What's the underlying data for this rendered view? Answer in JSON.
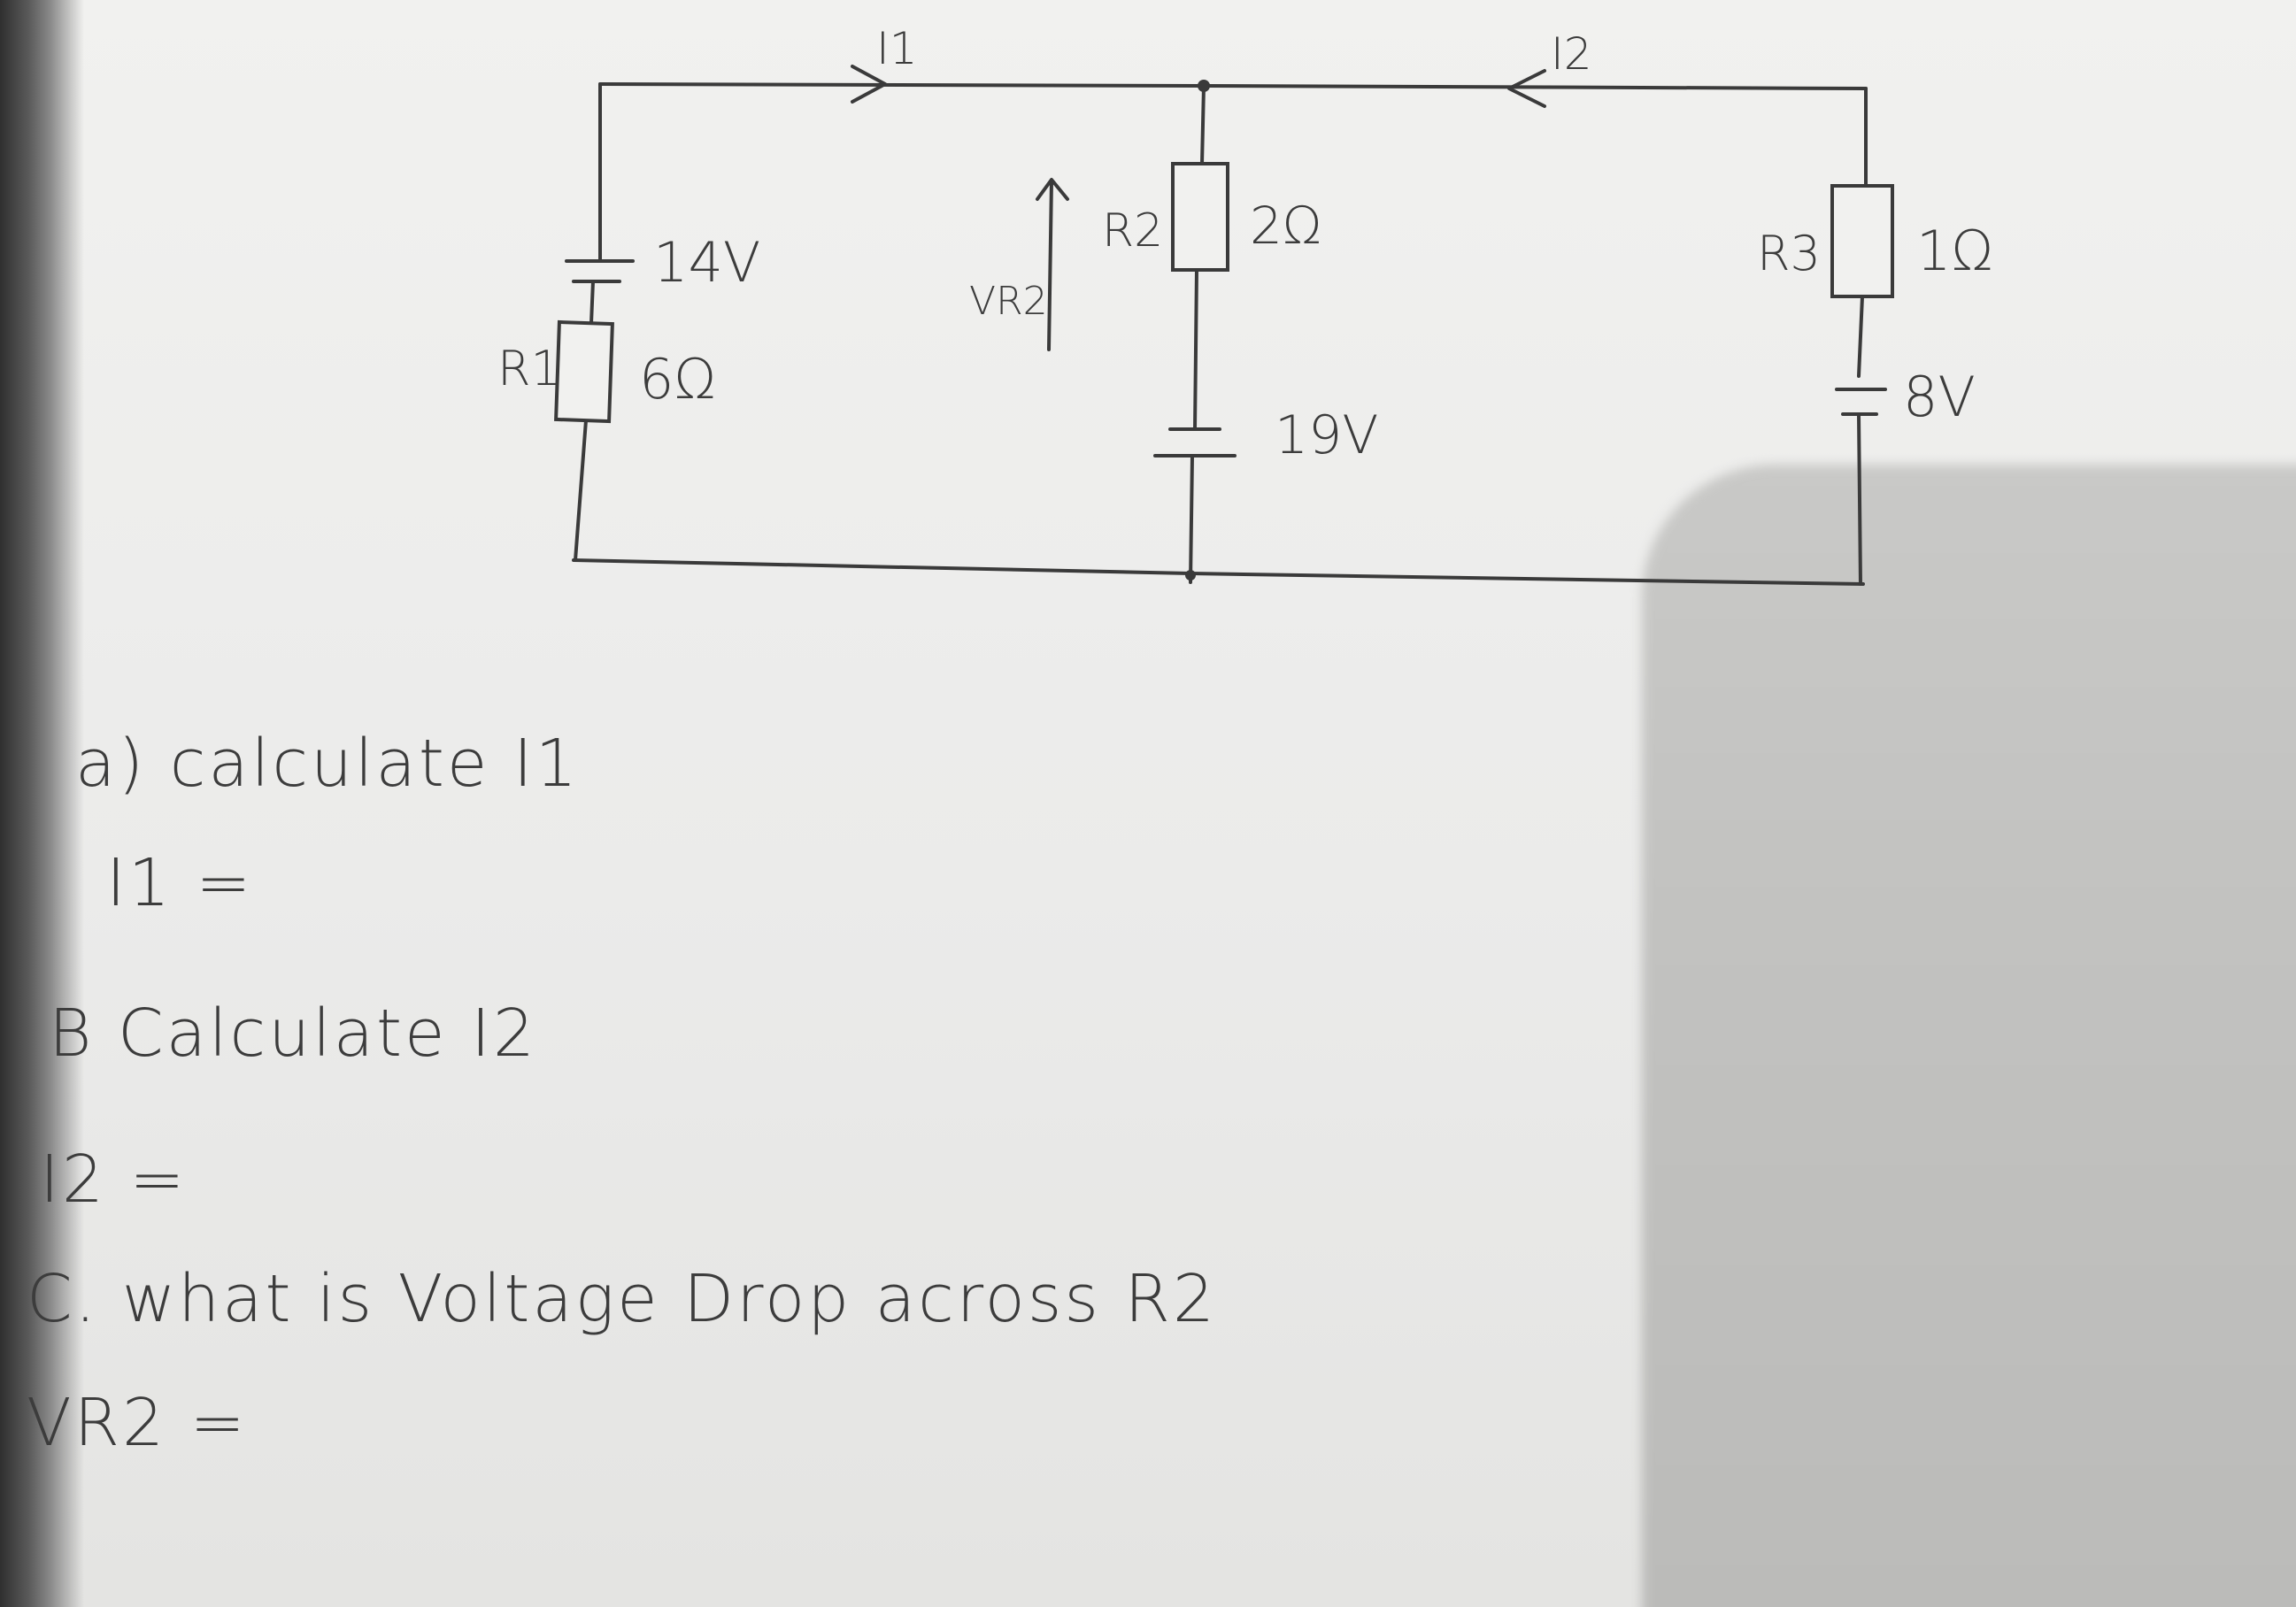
{
  "diagram": {
    "current_labels": {
      "i1": "I1",
      "i2": "I2"
    },
    "vr2_label": "VR2",
    "components": {
      "r1": {
        "name": "R1",
        "value": "6Ω"
      },
      "r2": {
        "name": "R2",
        "value": "2Ω"
      },
      "r3": {
        "name": "R3",
        "value": "1Ω"
      },
      "battery_left": {
        "value": "14V"
      },
      "battery_middle": {
        "value": "19V"
      },
      "battery_right": {
        "value": "8V"
      }
    }
  },
  "questions": [
    {
      "prompt": "a) calculate I1",
      "answer_line": "I1 ="
    },
    {
      "prompt": "B Calculate I2",
      "answer_line": "I2 ="
    },
    {
      "prompt": "C. what is Voltage Drop across R2",
      "answer_line": "VR2 ="
    }
  ]
}
